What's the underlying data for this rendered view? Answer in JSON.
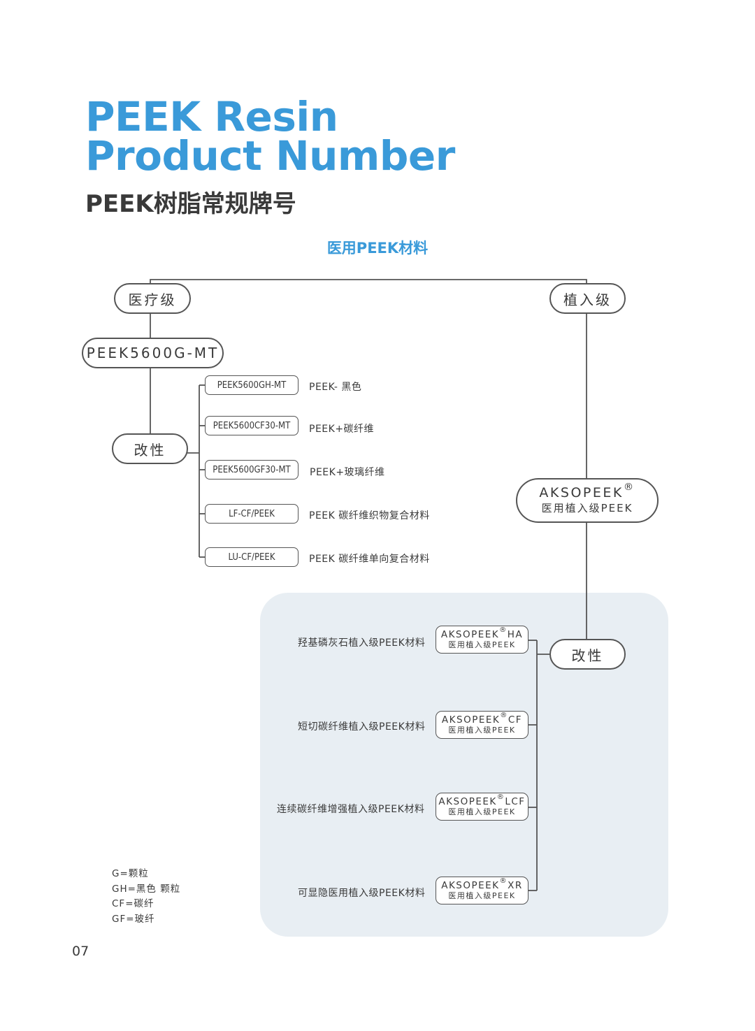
{
  "title": {
    "line1": "PEEK Resin",
    "line2": "Product Number",
    "cn": "PEEK树脂常规牌号"
  },
  "section_title": "医用PEEK材料",
  "left_branch": {
    "grade": "医疗级",
    "product": "PEEK5600G-MT",
    "modified": "改性",
    "items": [
      {
        "code": "PEEK5600GH-MT",
        "desc": "PEEK- 黑色"
      },
      {
        "code": "PEEK5600CF30-MT",
        "desc": "PEEK+碳纤维"
      },
      {
        "code": "PEEK5600GF30-MT",
        "desc": "PEEK+玻璃纤维"
      },
      {
        "code": "LF-CF/PEEK",
        "desc": "PEEK 碳纤维织物复合材料"
      },
      {
        "code": "LU-CF/PEEK",
        "desc": "PEEK 碳纤维单向复合材料"
      }
    ]
  },
  "right_branch": {
    "grade": "植入级",
    "product": {
      "name": "AKSOPEEK",
      "reg": "®",
      "sub": "医用植入级PEEK"
    },
    "modified": "改性",
    "items": [
      {
        "name": "AKSOPEEK",
        "reg": "®",
        "suffix": "HA",
        "sub": "医用植入级PEEK",
        "desc": "羟基磷灰石植入级PEEK材料"
      },
      {
        "name": "AKSOPEEK",
        "reg": "®",
        "suffix": "CF",
        "sub": "医用植入级PEEK",
        "desc": "短切碳纤维植入级PEEK材料"
      },
      {
        "name": "AKSOPEEK",
        "reg": "®",
        "suffix": "LCF",
        "sub": "医用植入级PEEK",
        "desc": "连续碳纤维增强植入级PEEK材料"
      },
      {
        "name": "AKSOPEEK",
        "reg": "®",
        "suffix": "XR",
        "sub": "医用植入级PEEK",
        "desc": "可显隐医用植入级PEEK材料"
      }
    ]
  },
  "legend": [
    "G=颗粒",
    "GH=黑色 颗粒",
    "CF=碳纤",
    "GF=玻纤"
  ],
  "page_number": "07",
  "colors": {
    "accent": "#3a9ad9",
    "text": "#3a3a3a",
    "panel": "#e8eef3",
    "line": "#555555"
  }
}
